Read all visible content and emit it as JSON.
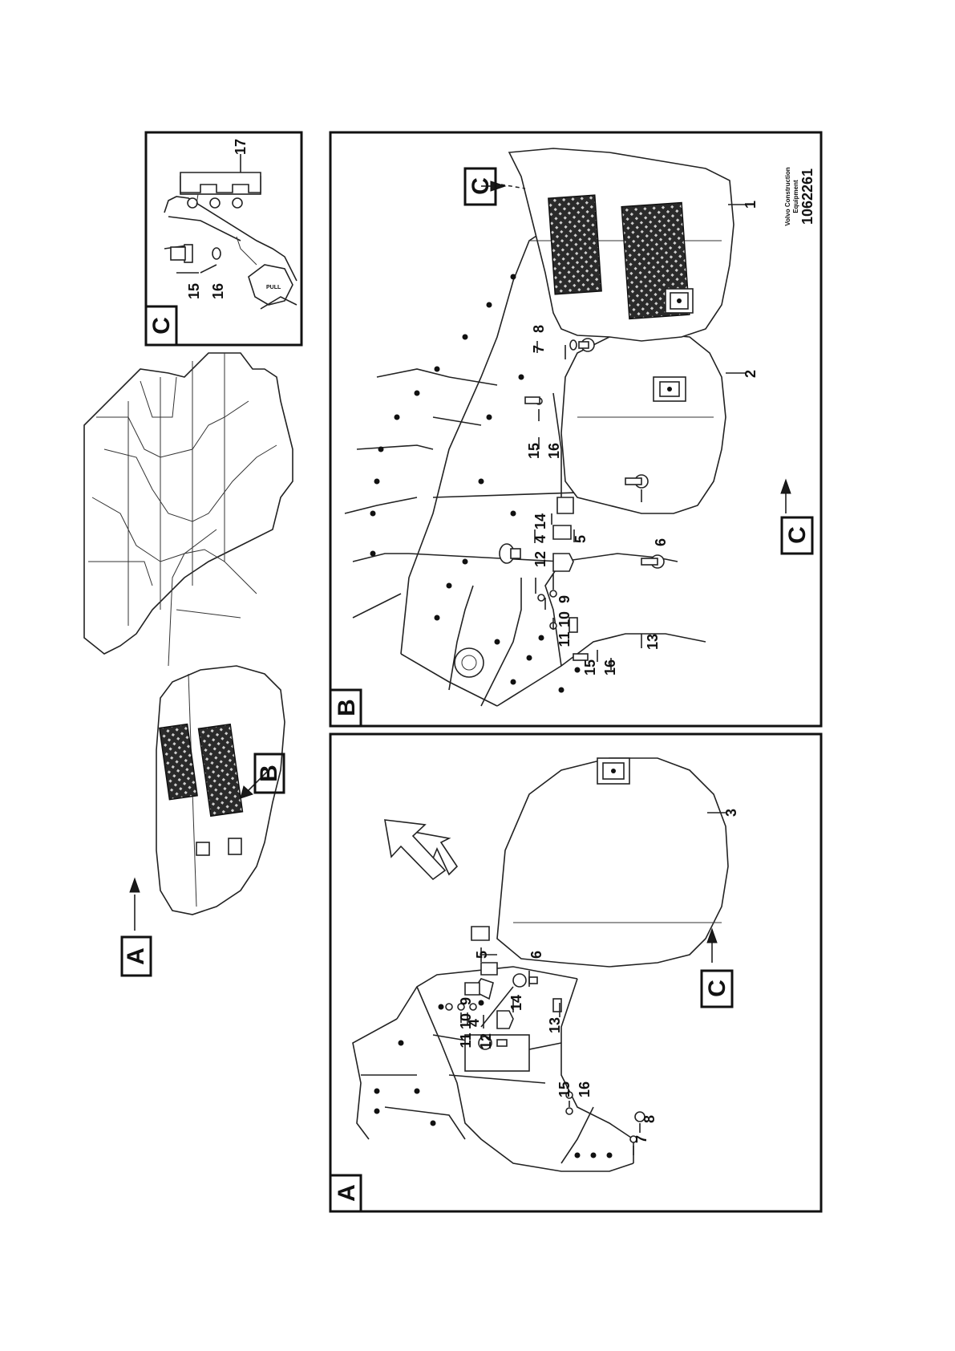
{
  "document": {
    "brand_line1": "Volvo Construction",
    "brand_line2": "Equipment",
    "drawing_number": "1062261"
  },
  "views": {
    "overview_callouts": [
      "A",
      "B"
    ],
    "A": {
      "label": "A",
      "section_marker": "C",
      "callouts": [
        "3",
        "4",
        "5",
        "6",
        "7",
        "8",
        "9",
        "10",
        "11",
        "12",
        "13",
        "14",
        "15",
        "16"
      ]
    },
    "B": {
      "label": "B",
      "section_marker": "C",
      "section_marker_2": "C",
      "callouts": [
        "1",
        "2",
        "4",
        "5",
        "6",
        "7",
        "8",
        "9",
        "10",
        "11",
        "12",
        "13",
        "14",
        "15",
        "16",
        "15",
        "16"
      ]
    },
    "C": {
      "label": "C",
      "callouts": [
        "15",
        "16",
        "17"
      ]
    }
  },
  "icons": [
    "arrow-icon",
    "leader-triangle-icon"
  ]
}
